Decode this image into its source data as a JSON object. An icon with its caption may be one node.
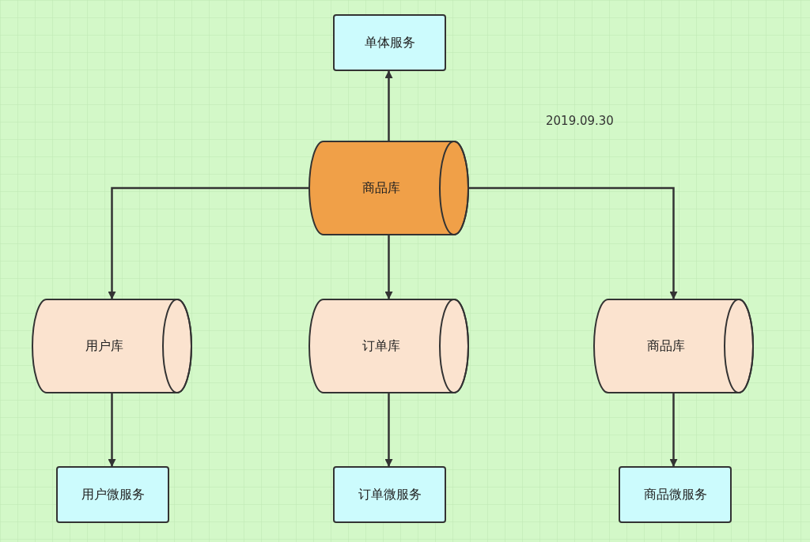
{
  "diagram": {
    "nodes": [
      {
        "text": [
          "单体服务"
        ]
      },
      {
        "text": [
          "商品库"
        ]
      },
      {
        "text": [
          "用户库"
        ]
      },
      {
        "text": [
          "订单库"
        ]
      },
      {
        "text": [
          "商品库"
        ]
      },
      {
        "text": [
          "用户微服务"
        ]
      },
      {
        "text": [
          "订单微服务"
        ]
      },
      {
        "text": [
          "商品微服务"
        ]
      }
    ],
    "edges": [
      {
        "from": 1,
        "to": 0,
        "arrow": "to"
      },
      {
        "from": 1,
        "to": 2,
        "arrow": "to"
      },
      {
        "from": 1,
        "to": 3,
        "arrow": "to"
      },
      {
        "from": 1,
        "to": 4,
        "arrow": "to"
      },
      {
        "from": 2,
        "to": 5,
        "arrow": "to"
      },
      {
        "from": 3,
        "to": 6,
        "arrow": "to"
      },
      {
        "from": 4,
        "to": 7,
        "arrow": "to"
      }
    ],
    "labels": [
      "2019.09.30"
    ]
  }
}
